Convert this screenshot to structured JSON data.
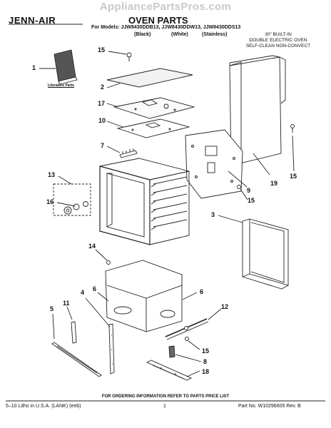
{
  "watermark": "AppliancePartsPros.com",
  "brand": "JENN-AIR",
  "title": "OVEN PARTS",
  "models_line": "For Models: JJW8430DDB13, JJW8430DDW13, JJW8430DDS13",
  "finishes": [
    "(Black)",
    "(White)",
    "(Stainless)"
  ],
  "oven_description": [
    "30\" BUILT-IN",
    "DOUBLE ELECTRIC OVEN",
    "SELF-CLEAN NON-CONVECT"
  ],
  "literature_label": "Literature Parts",
  "callouts": {
    "c1": "1",
    "c2": "2",
    "c3": "3",
    "c4": "4",
    "c5": "5",
    "c6a": "6",
    "c6b": "6",
    "c7": "7",
    "c8": "8",
    "c9": "9",
    "c10": "10",
    "c11": "11",
    "c12": "12",
    "c13": "13",
    "c14": "14",
    "c15a": "15",
    "c15b": "15",
    "c15c": "15",
    "c15d": "15",
    "c16": "16",
    "c17": "17",
    "c18": "18",
    "c19": "19"
  },
  "order_info": "FOR ORDERING INFORMATION REFER TO PARTS PRICE LIST",
  "footer": {
    "left": "5–10 Litho in U.S.A. (LANK) (eeb)",
    "page": "1",
    "right": "Part No. W10296605 Rev. B"
  }
}
